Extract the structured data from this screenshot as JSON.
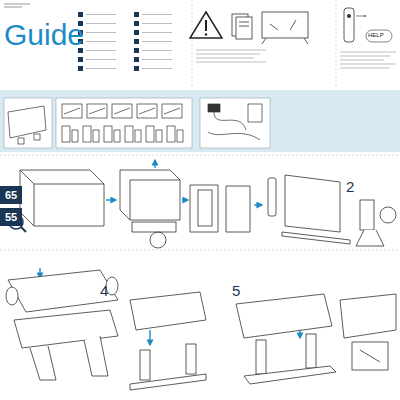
{
  "diagram": {
    "title": "Guide",
    "nodes": [
      {
        "text": [
          "65"
        ]
      },
      {
        "text": [
          "55"
        ]
      }
    ],
    "labels": [
      "2",
      "4",
      "5",
      "HELP"
    ]
  }
}
